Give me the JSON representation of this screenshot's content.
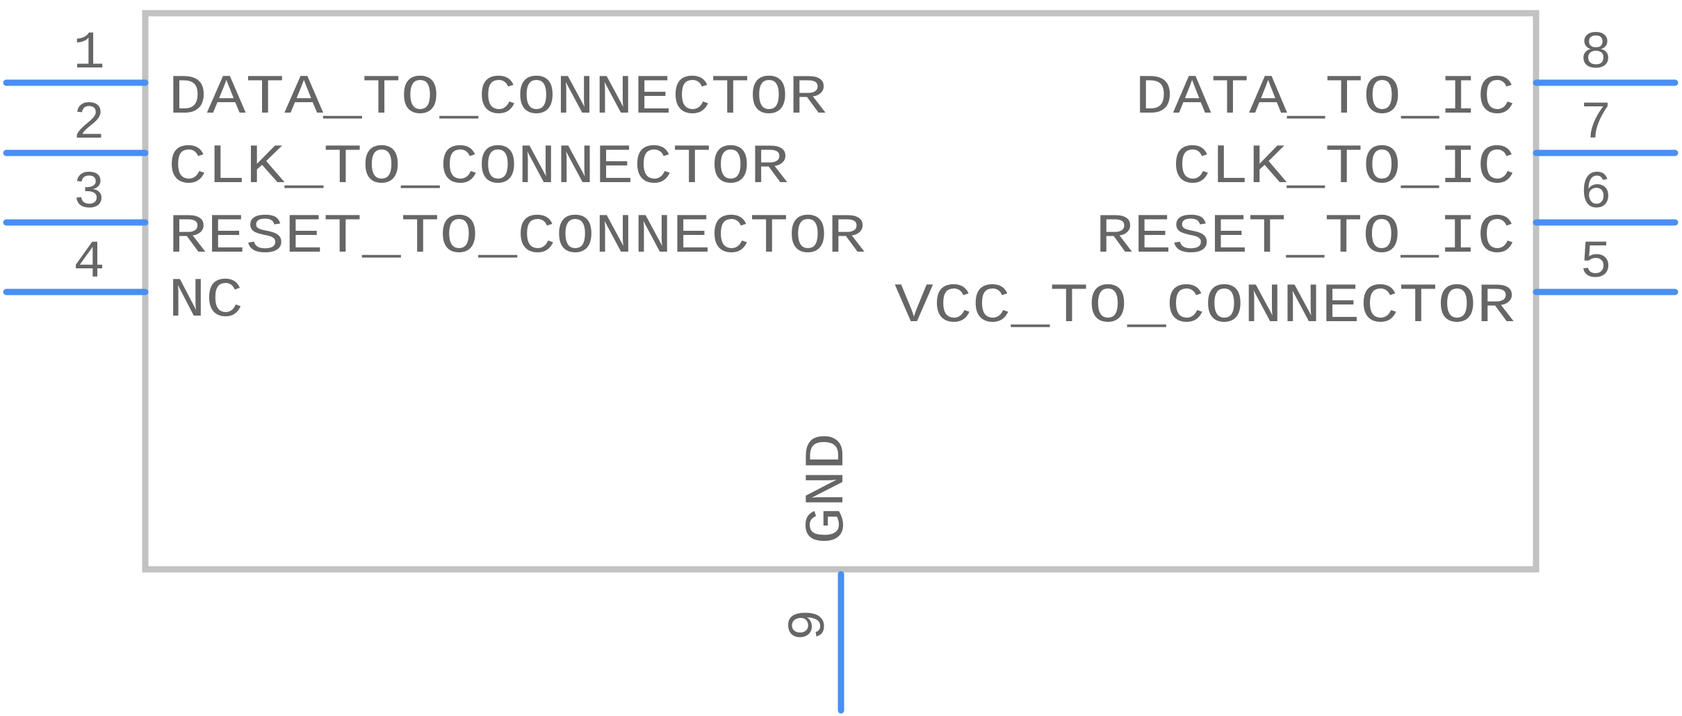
{
  "colors": {
    "body_outline": "#c2c2c2",
    "pin": "#4a8ff0",
    "text": "#666666",
    "background": "#ffffff"
  },
  "pins": {
    "p1": {
      "number": "1",
      "name": "DATA_TO_CONNECTOR"
    },
    "p2": {
      "number": "2",
      "name": "CLK_TO_CONNECTOR"
    },
    "p3": {
      "number": "3",
      "name": "RESET_TO_CONNECTOR"
    },
    "p4": {
      "number": "4",
      "name": "NC"
    },
    "p5": {
      "number": "5",
      "name": "VCC_TO_CONNECTOR"
    },
    "p6": {
      "number": "6",
      "name": "RESET_TO_IC"
    },
    "p7": {
      "number": "7",
      "name": "CLK_TO_IC"
    },
    "p8": {
      "number": "8",
      "name": "DATA_TO_IC"
    },
    "p9": {
      "number": "9",
      "name": "GND"
    }
  }
}
